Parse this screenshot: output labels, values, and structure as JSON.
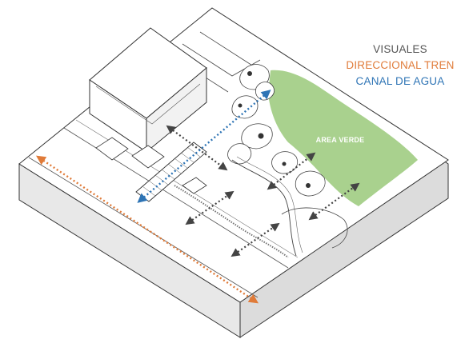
{
  "legend": {
    "visuales": "VISUALES",
    "direccional_tren": "DIRECCIONAL TREN",
    "canal_de_agua": "CANAL DE AGUA"
  },
  "labels": {
    "area_verde": "AREA VERDE"
  },
  "colors": {
    "visuales": "#555555",
    "tren": "#E07B39",
    "agua": "#2E74B5",
    "area_verde_fill": "#A9D18E",
    "lines": "#333333",
    "side_face": "#e6e6e6"
  }
}
